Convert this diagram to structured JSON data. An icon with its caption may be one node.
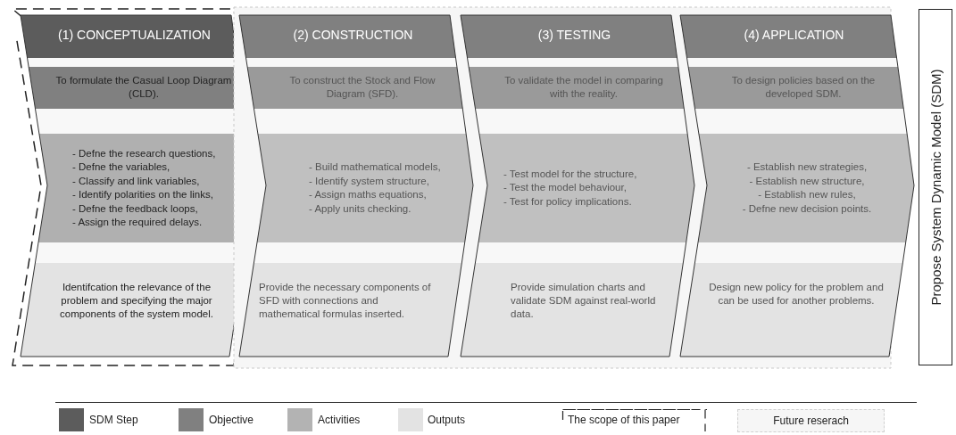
{
  "diagram": {
    "nodes": [
      {
        "text": [],
        "shape": "box"
      },
      {
        "text": [
          "(1) CONCEPTUALIZATION",
          "To formulate the Casual Loop Diagram (CLD).",
          "- Defne the research questions,",
          "- Defne the variables,",
          "- Classify and link variables,",
          "- Identify polarities on the links,",
          "- Defne the feedback loops,",
          "- Assign the required delays.",
          "Identifcation the relevance of the problem and specifying the major components of the system model."
        ],
        "in": 0
      },
      {
        "text": [],
        "shape": "box"
      },
      {
        "text": [
          "(2) CONSTRUCTION",
          "To construct the Stock and Flow Diagram (SFD).",
          "- Build mathematical models,",
          "- Identify system structure,",
          "- Assign maths equations,",
          "- Apply units checking.",
          "Provide the necessary components of SFD with connections and mathematical formulas inserted."
        ],
        "in": 2
      },
      {
        "text": [
          "(3) TESTING",
          "To validate the model in comparing with the reality.",
          "- Test model for the structure,",
          "- Test the model behaviour,",
          "- Test for policy implications.",
          "Provide simulation charts and validate SDM against real-world data."
        ],
        "in": 2
      },
      {
        "text": [
          "(4) APPLICATION",
          "To design policies based on the developed SDM.",
          "- Establish new strategies,",
          "- Establish new structure,",
          "- Establish new rules,",
          "- Defne new decision points.",
          "Design new policy for the problem and can be used for another problems."
        ],
        "in": 2
      },
      {
        "text": [
          "Propose System Dynamic Model (SDM)"
        ]
      }
    ],
    "legend": [
      {
        "text": "SDM Step",
        "color": "#5c5c5c"
      },
      {
        "text": "Objective",
        "color": "#808080"
      },
      {
        "text": "Activities",
        "color": "#b3b3b3"
      },
      {
        "text": "Outputs",
        "color": "#e3e3e3"
      },
      {
        "text": "The scope of this paper"
      },
      {
        "text": "Future reserach"
      }
    ]
  }
}
